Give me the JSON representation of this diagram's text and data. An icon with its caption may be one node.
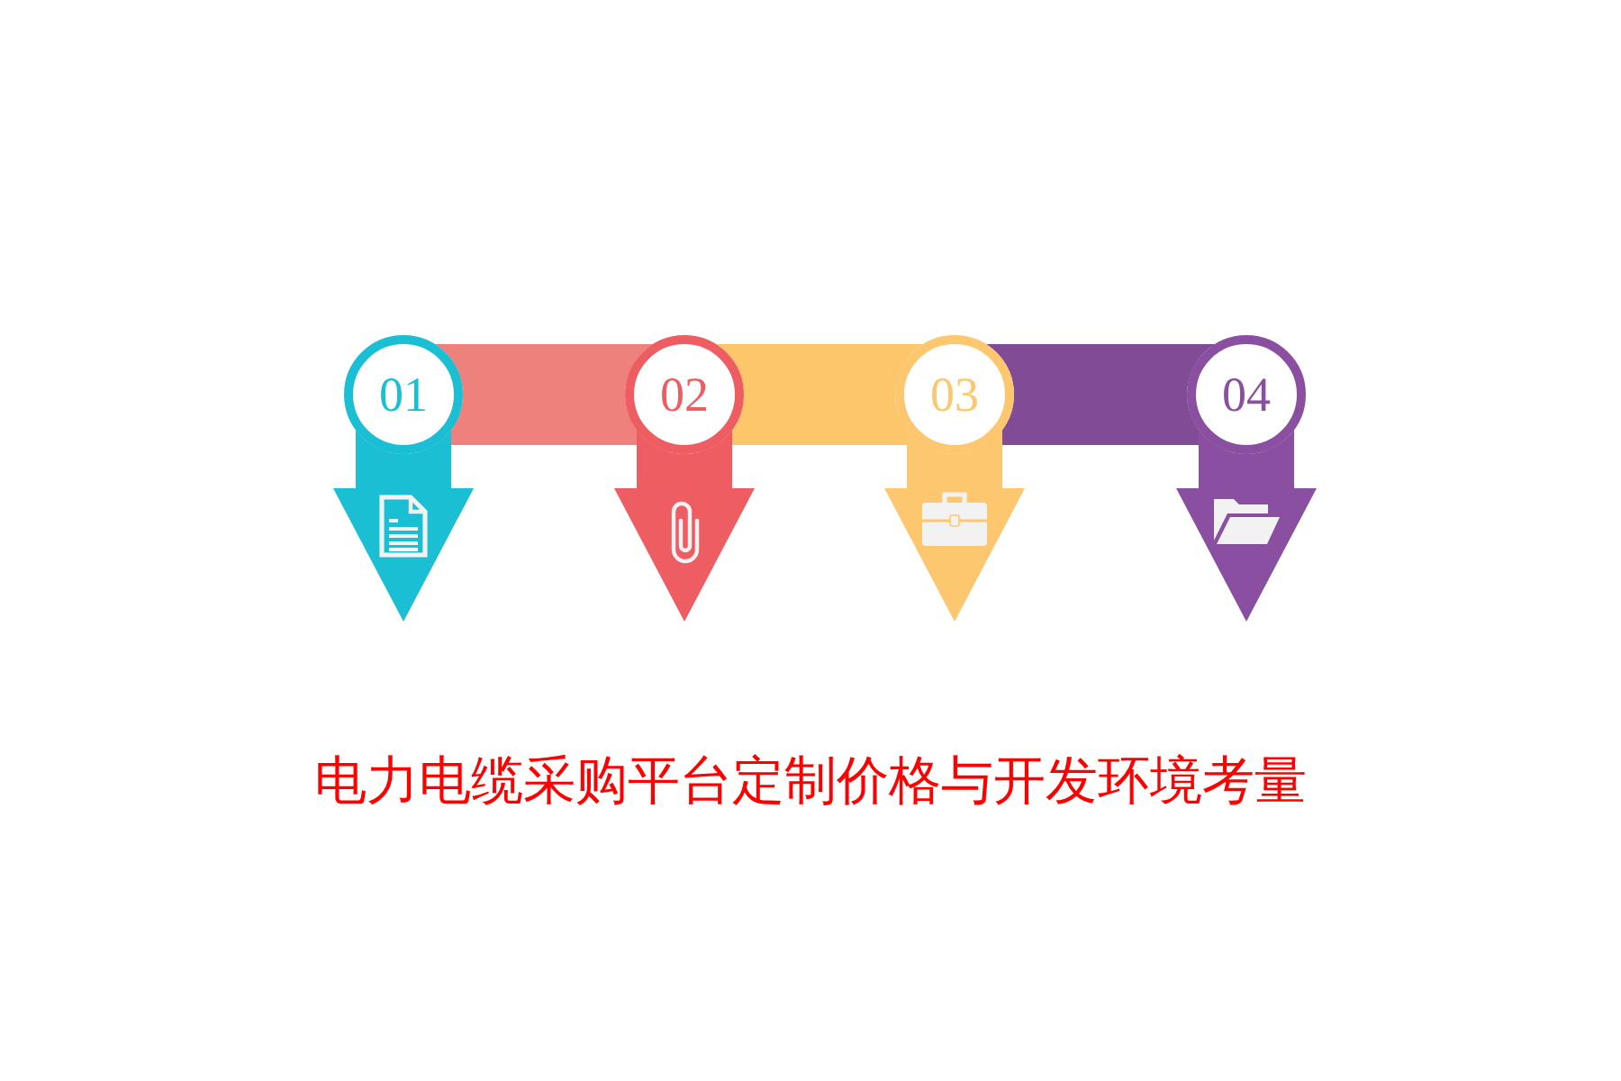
{
  "diagram": {
    "title": "电力电缆采购平台定制价格与开发环境考量",
    "nodes": [
      {
        "text": [
          "01"
        ]
      },
      {
        "text": [
          "02"
        ]
      },
      {
        "text": [
          "03"
        ]
      },
      {
        "text": [
          "04"
        ]
      }
    ],
    "edges": [
      {
        "from": 0,
        "to": 1,
        "arrow": "none",
        "style": "thick",
        "color": "#ef817c"
      },
      {
        "from": 1,
        "to": 2,
        "arrow": "none",
        "style": "thick",
        "color": "#fdc66b"
      },
      {
        "from": 2,
        "to": 3,
        "arrow": "none",
        "style": "thick",
        "color": "#814b96"
      },
      {
        "from": 0,
        "to": null,
        "arrow": "to",
        "style": "thick",
        "color": "#1bbfd3"
      },
      {
        "from": 1,
        "to": null,
        "arrow": "to",
        "style": "thick",
        "color": "#ee5d62"
      },
      {
        "from": 2,
        "to": null,
        "arrow": "to",
        "style": "thick",
        "color": "#fdc76f"
      },
      {
        "from": 3,
        "to": null,
        "arrow": "to",
        "style": "thick",
        "color": "#8a4fa0"
      }
    ]
  }
}
